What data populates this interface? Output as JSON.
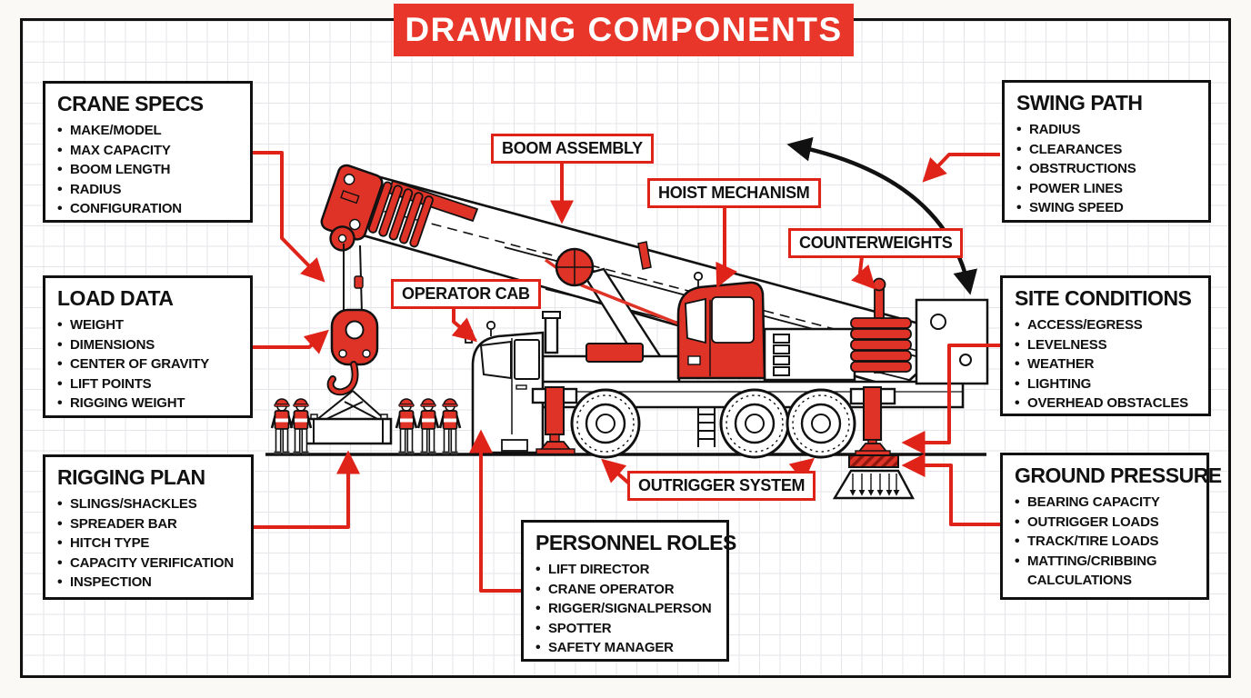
{
  "title": "DRAWING COMPONENTS",
  "info_boxes": {
    "crane_specs": {
      "title": "CRANE SPECS",
      "items": [
        "MAKE/MODEL",
        "MAX CAPACITY",
        "BOOM LENGTH",
        "RADIUS",
        "CONFIGURATION"
      ]
    },
    "load_data": {
      "title": "LOAD DATA",
      "items": [
        "WEIGHT",
        "DIMENSIONS",
        "CENTER OF GRAVITY",
        "LIFT POINTS",
        "RIGGING WEIGHT"
      ]
    },
    "rigging_plan": {
      "title": "RIGGING PLAN",
      "items": [
        "SLINGS/SHACKLES",
        "SPREADER BAR",
        "HITCH TYPE",
        "CAPACITY VERIFICATION",
        "INSPECTION"
      ]
    },
    "swing_path": {
      "title": "SWING PATH",
      "items": [
        "RADIUS",
        "CLEARANCES",
        "OBSTRUCTIONS",
        "POWER LINES",
        "SWING SPEED"
      ]
    },
    "site_conditions": {
      "title": "SITE CONDITIONS",
      "items": [
        "ACCESS/EGRESS",
        "LEVELNESS",
        "WEATHER",
        "LIGHTING",
        "OVERHEAD OBSTACLES"
      ]
    },
    "ground_pressure": {
      "title": "GROUND PRESSURE",
      "items": [
        "BEARING CAPACITY",
        "OUTRIGGER LOADS",
        "TRACK/TIRE LOADS",
        "MATTING/CRIBBING CALCULATIONS"
      ]
    },
    "personnel_roles": {
      "title": "PERSONNEL ROLES",
      "items": [
        "LIFT DIRECTOR",
        "CRANE OPERATOR",
        "RIGGER/SIGNALPERSON",
        "SPOTTER",
        "SAFETY MANAGER"
      ]
    }
  },
  "part_labels": {
    "boom_assembly": "BOOM ASSEMBLY",
    "hoist_mechanism": "HOIST MECHANISM",
    "counterweights": "COUNTERWEIGHTS",
    "operator_cab": "OPERATOR CAB",
    "outrigger_system": "OUTRIGGER SYSTEM"
  },
  "colors": {
    "accent_red": "#e02318",
    "banner_red": "#e8362b",
    "crane_red": "#e03328",
    "line_black": "#111111",
    "grid_gray": "#e5e5e9"
  }
}
